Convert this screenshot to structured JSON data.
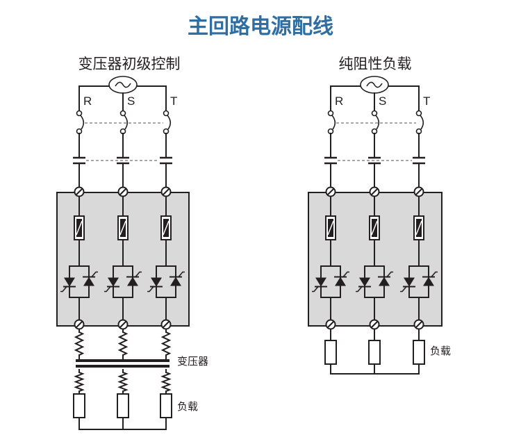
{
  "title": "主回路电源配线",
  "colors": {
    "title": "#2f6ea3",
    "line": "#231f20",
    "panel": "#d9d9d9",
    "dash": "#8a8a8a"
  },
  "left": {
    "subtitle": "变压器初级控制",
    "phases": [
      "R",
      "S",
      "T"
    ],
    "transformer_label": "变压器",
    "load_label": "负载"
  },
  "right": {
    "subtitle": "纯阻性负载",
    "phases": [
      "R",
      "S",
      "T"
    ],
    "load_label": "负载"
  },
  "icons": [
    "ac-source-icon",
    "breaker-switch-icon",
    "contactor-icon",
    "terminal-icon",
    "fuse-icon",
    "thyristor-icon",
    "transformer-icon",
    "resistor-icon"
  ]
}
